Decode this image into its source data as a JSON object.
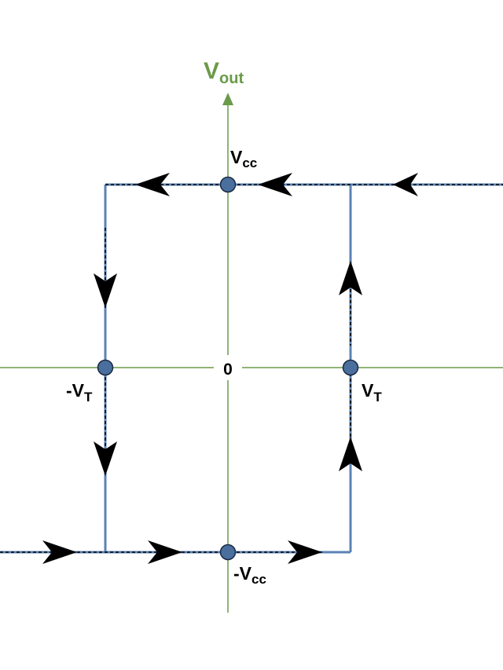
{
  "axis": {
    "y_label": {
      "main": "V",
      "sub": "out"
    },
    "origin_label": "0"
  },
  "points": {
    "vcc": {
      "main": "V",
      "sub": "cc"
    },
    "neg_vcc": {
      "main": "-V",
      "sub": "cc"
    },
    "vt": {
      "main": "V",
      "sub": "T"
    },
    "neg_vt": {
      "main": "-V",
      "sub": "T"
    }
  },
  "colors": {
    "axis": "#6a9a4a",
    "curve": "#5b82b5",
    "point_fill": "#4a6f9f",
    "arrow": "#000000",
    "text": "#000000"
  }
}
